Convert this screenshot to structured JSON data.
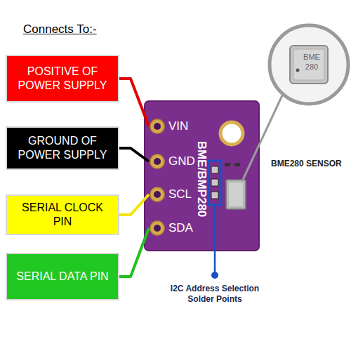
{
  "diagram": {
    "title": "Connects To:-",
    "nodes": [
      {
        "text": [
          "POSITIVE OF POWER SUPPLY"
        ]
      },
      {
        "text": [
          "GROUND OF POWER SUPPLY"
        ]
      },
      {
        "text": [
          "SERIAL CLOCK PIN"
        ]
      },
      {
        "text": [
          "SERIAL DATA PIN"
        ]
      },
      {
        "text": [
          "BME/BMP280"
        ]
      },
      {
        "text": [
          "VIN"
        ],
        "in": 4
      },
      {
        "text": [
          "GND"
        ],
        "in": 4
      },
      {
        "text": [
          "SCL"
        ],
        "in": 4
      },
      {
        "text": [
          "SDA"
        ],
        "in": 4
      }
    ],
    "edges": [
      {
        "from": 0,
        "to": 5,
        "arrow": "none"
      },
      {
        "from": 1,
        "to": 6,
        "arrow": "none"
      },
      {
        "from": 2,
        "to": 7,
        "arrow": "none"
      },
      {
        "from": 3,
        "to": 8,
        "arrow": "none"
      }
    ],
    "labels": [
      "BME280 SENSOR",
      "I2C Address Selection Solder Points",
      "BME 280"
    ]
  }
}
